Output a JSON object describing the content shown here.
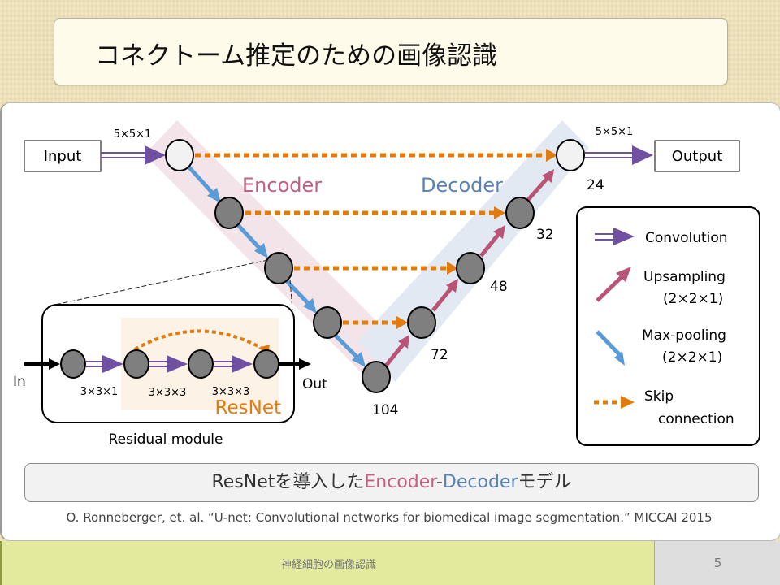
{
  "slide": {
    "title": "コネクトーム推定のための画像認識",
    "footer_text": "神経細胞の画像認識",
    "page_number": "5"
  },
  "diagram": {
    "input_label": "Input",
    "output_label": "Output",
    "input_kernel": "5×5×1",
    "output_kernel": "5×5×1",
    "encoder_label": "Encoder",
    "decoder_label": "Decoder",
    "channel_labels": [
      "24",
      "32",
      "48",
      "72",
      "104"
    ],
    "residual": {
      "in_label": "In",
      "out_label": "Out",
      "kernels": [
        "3×3×1",
        "3×3×3",
        "3×3×3"
      ],
      "resnet_label": "ResNet",
      "module_label": "Residual module"
    },
    "legend": [
      {
        "icon": "convolution-arrow",
        "label": "Convolution",
        "sub": ""
      },
      {
        "icon": "upsampling-arrow",
        "label": "Upsampling",
        "sub": "(2×2×1)"
      },
      {
        "icon": "maxpooling-arrow",
        "label": "Max-pooling",
        "sub": "(2×2×1)"
      },
      {
        "icon": "skip-connection-arrow",
        "label": "Skip",
        "sub": "connection"
      }
    ],
    "colors": {
      "convolution": "#7050a0",
      "upsampling": "#b85475",
      "maxpool": "#5b9bd5",
      "skip": "#e07b10",
      "encoder_band": "#f3e4ea",
      "decoder_band": "#e3e9f2",
      "encoder_text": "#c0607f",
      "decoder_text": "#5a82b5",
      "resnet_text": "#e07b10",
      "node": "#7f7f7f"
    }
  },
  "caption": {
    "part1": "ResNetを導入した",
    "encoder": "Encoder",
    "dash": "-",
    "decoder": "Decoder",
    "part2": "モデル"
  },
  "citation": "O. Ronneberger, et. al. “U-net: Convolutional networks for biomedical image segmentation.” MICCAI 2015"
}
